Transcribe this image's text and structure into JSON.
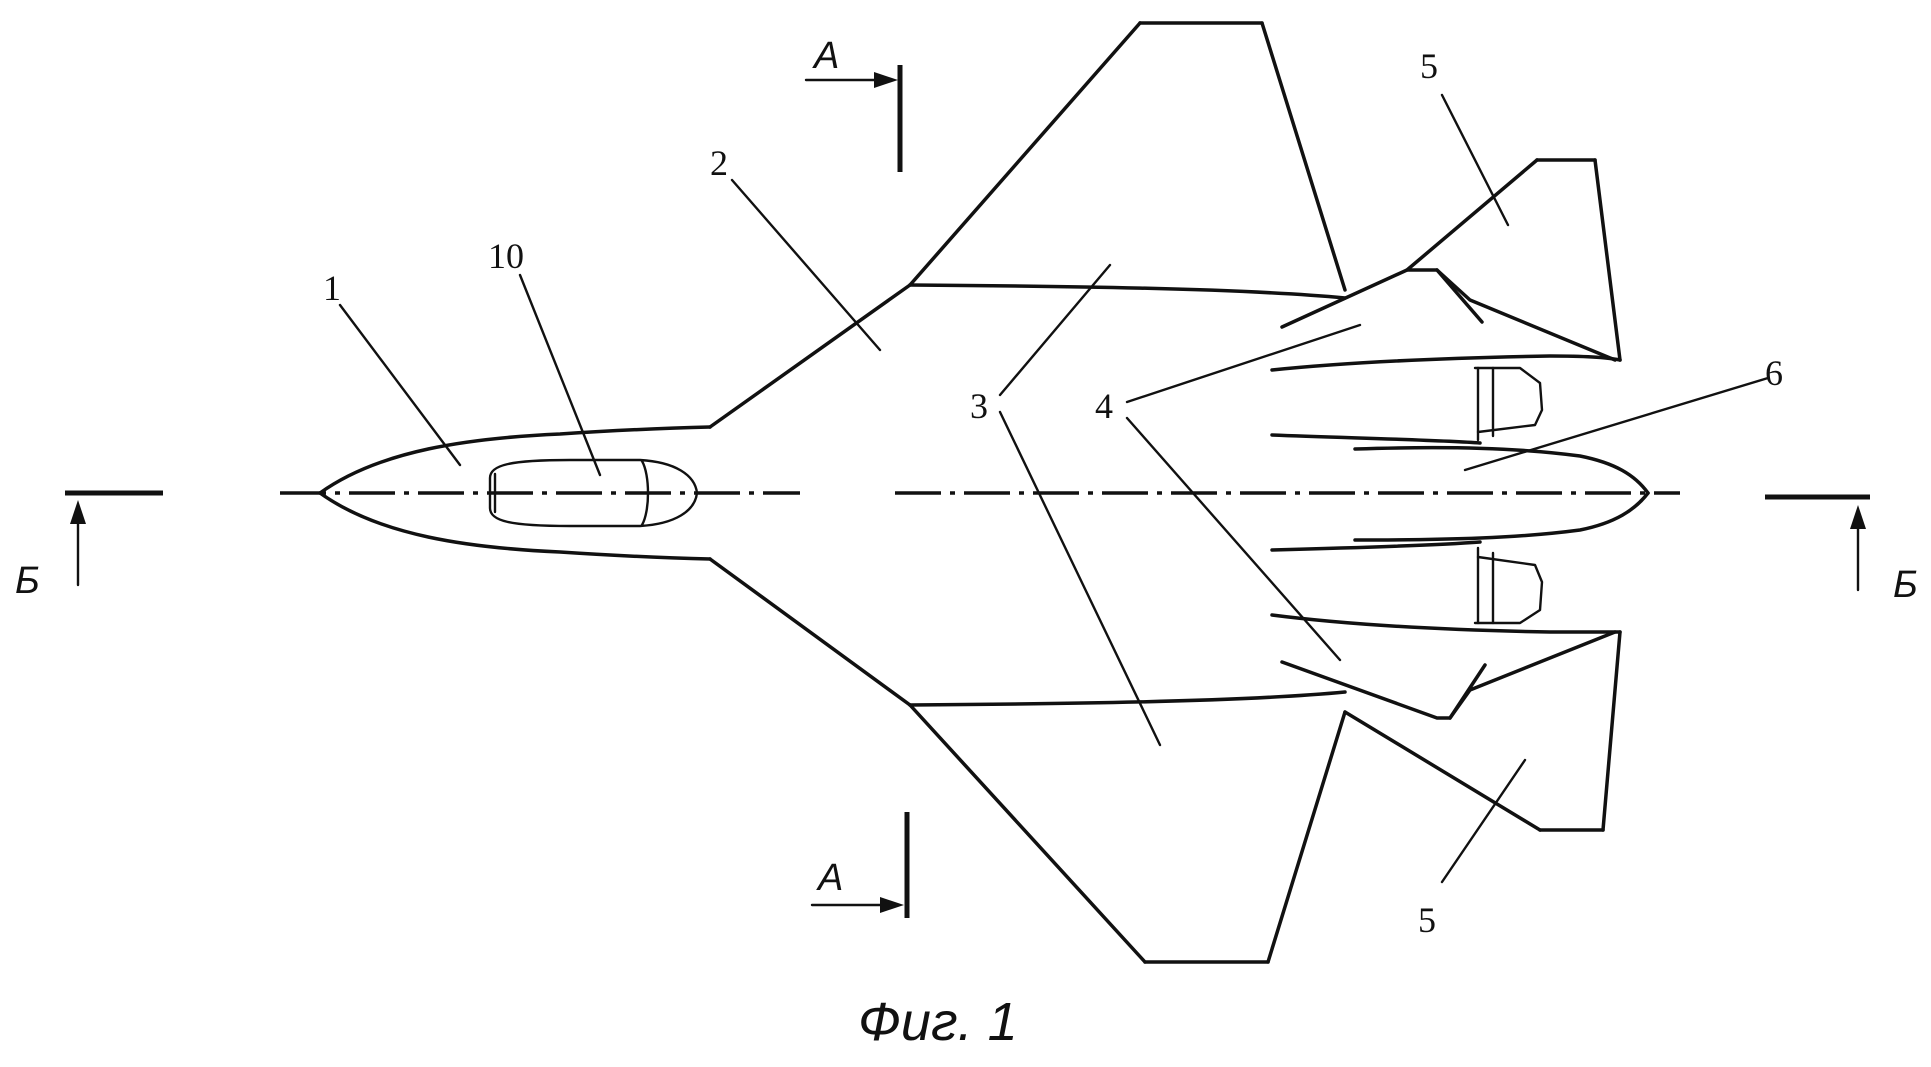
{
  "figure": {
    "caption": "Фиг. 1",
    "colors": {
      "line": "#111111",
      "background": "#ffffff"
    }
  },
  "section_labels": {
    "a_top": "А",
    "a_bottom": "А",
    "b_left": "Б",
    "b_right": "Б"
  },
  "callouts": {
    "c1": "1",
    "c10": "10",
    "c2": "2",
    "c3": "3",
    "c4": "4",
    "c5_top": "5",
    "c5_bottom": "5",
    "c6": "6"
  }
}
